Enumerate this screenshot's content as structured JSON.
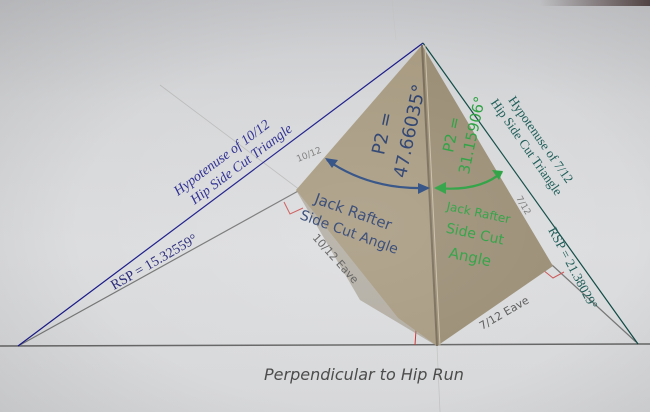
{
  "colors": {
    "paper": "#dcdddf",
    "cardboard": "#a89a80",
    "cardboard_dark": "#968a72",
    "left_hypotenuse": "#1a1a8a",
    "right_hypotenuse": "#0f4a45",
    "base_line": "#555555",
    "pencil": "#5a5a5a",
    "right_angle_mark": "#cc4444",
    "blue_marker": "#2a4a80",
    "green_marker": "#2aa040"
  },
  "labels": {
    "left_hypotenuse_line1": "Hypotenuse of 10/12",
    "left_hypotenuse_line2": "Hip Side Cut Triangle",
    "right_hypotenuse_line1": "Hypotenuse of 7/12",
    "right_hypotenuse_line2": "Hip Side Cut Triangle",
    "left_rsp": "RSP = 15.32559°",
    "right_rsp": "RSP = 21.38029°",
    "left_eave": "10/12 Eave",
    "right_eave": "7/12 Eave",
    "left_slope_small": "10/12",
    "right_slope_small": "7/12",
    "base_caption": "Perpendicular to Hip Run"
  },
  "pyramid": {
    "left_face": {
      "p2_label": "P2 =",
      "p2_value": "47.66035°",
      "angle_line1": "Jack Rafter",
      "angle_line2": "Side Cut Angle"
    },
    "right_face": {
      "p2_label": "P2 =",
      "p2_value": "31.15906°",
      "angle_line1": "Jack Rafter",
      "angle_line2": "Side Cut",
      "angle_line3": "Angle"
    }
  }
}
